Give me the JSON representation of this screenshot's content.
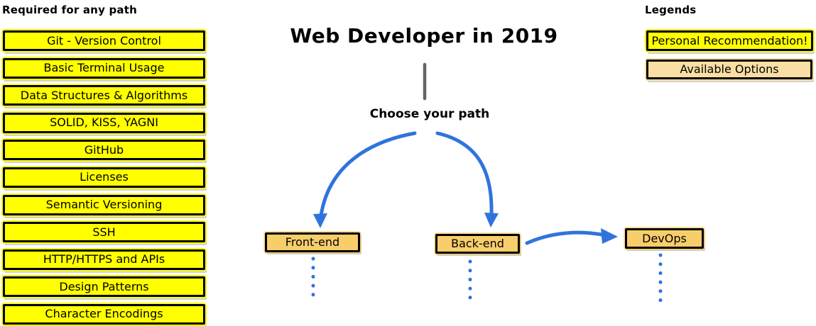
{
  "left_panel": {
    "header": "Required for any path",
    "items": [
      "Git - Version Control",
      "Basic Terminal Usage",
      "Data Structures & Algorithms",
      "SOLID, KISS, YAGNI",
      "GitHub",
      "Licenses",
      "Semantic Versioning",
      "SSH",
      "HTTP/HTTPS and APIs",
      "Design Patterns",
      "Character Encodings"
    ]
  },
  "center": {
    "title": "Web Developer in 2019",
    "subtitle": "Choose your path",
    "paths": [
      {
        "label": "Front-end"
      },
      {
        "label": "Back-end"
      },
      {
        "label": "DevOps"
      }
    ]
  },
  "legends": {
    "header": "Legends",
    "items": [
      {
        "label": "Personal Recommendation!",
        "type": "recommendation"
      },
      {
        "label": "Available Options",
        "type": "option"
      }
    ]
  },
  "colors": {
    "background": "#ffffff",
    "recommendation_fill": "#ffff00",
    "option_fill": "#f9dfa4",
    "choice_fill": "#f8ce6b",
    "arrow_blue": "#2f74dc",
    "stem_gray": "#646464",
    "border_black": "#000000"
  }
}
